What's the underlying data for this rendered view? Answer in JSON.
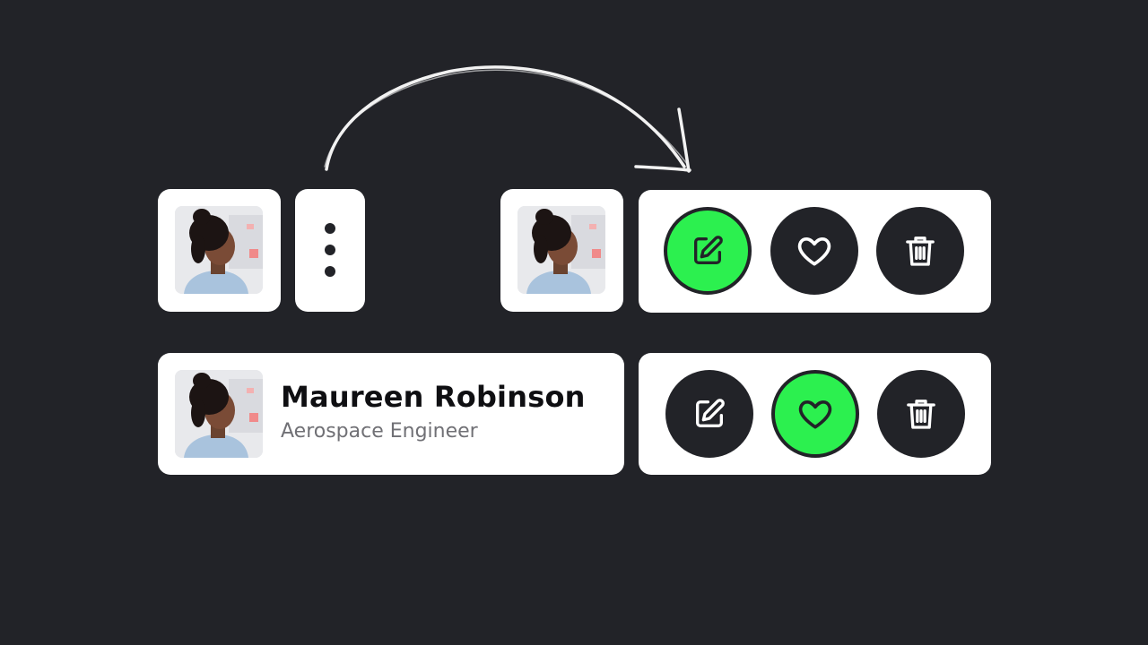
{
  "profile": {
    "name": "Maureen Robinson",
    "role": "Aerospace Engineer"
  },
  "icons": {
    "more": "vertical-dots-icon",
    "edit": "edit-pencil-icon",
    "like": "heart-icon",
    "delete": "trash-icon",
    "arrow": "curved-arrow-icon"
  },
  "colors": {
    "background": "#222328",
    "card": "#ffffff",
    "active": "#2cf04f",
    "button": "#222328",
    "name_text": "#0f0f12",
    "role_text": "#707075"
  },
  "states": {
    "top_row_active_action": "edit",
    "bottom_row_active_action": "like"
  }
}
